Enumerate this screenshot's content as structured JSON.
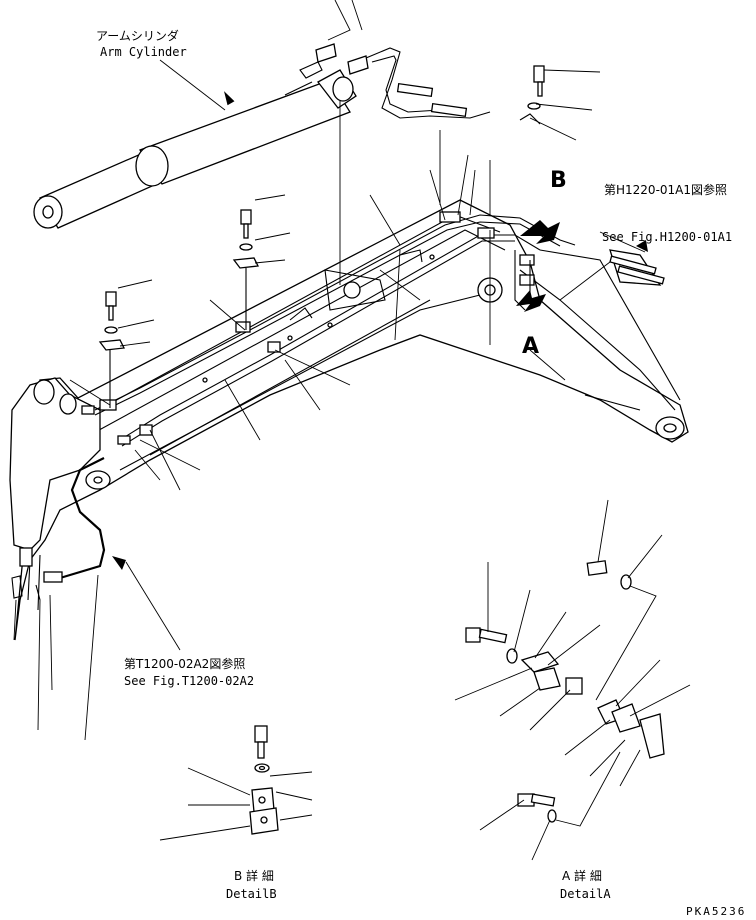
{
  "labels": {
    "arm_cylinder_jp": "アームシリンダ",
    "arm_cylinder_en": "Arm Cylinder",
    "ref_h1220_jp": "第H1220-01A1図参照",
    "ref_h1200_en": "See Fig.H1200-01A1",
    "ref_t1200_jp": "第T1200-02A2図参照",
    "ref_t1200_en": "See Fig.T1200-02A2",
    "marker_a": "A",
    "marker_b": "B",
    "detail_b_jp": "B 詳 細",
    "detail_b_en": "DetailB",
    "detail_a_jp": "A 詳 細",
    "detail_a_en": "DetailA",
    "drawing_code": "PKA5236"
  }
}
